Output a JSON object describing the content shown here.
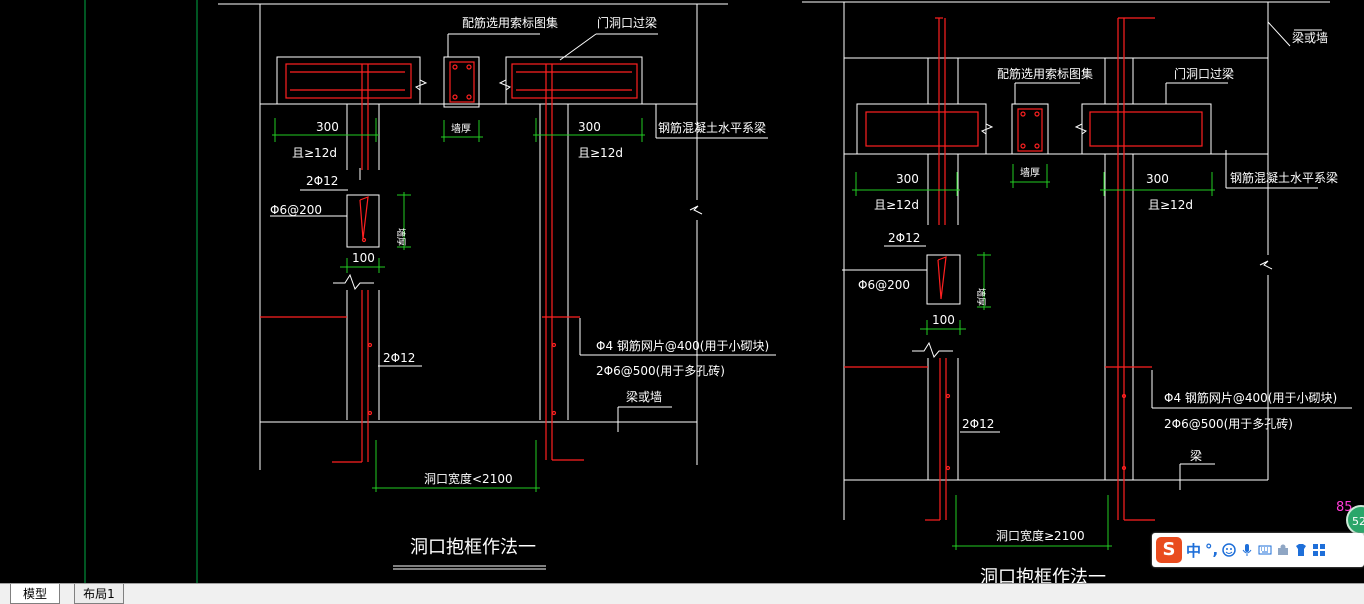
{
  "colors": {
    "background": "#000000",
    "line_white": "#ffffff",
    "line_red": "#ff2020",
    "dim_green": "#22cc22",
    "guide_green": "#00aa44",
    "magenta": "#ff3bd6"
  },
  "left_detail": {
    "callout_rebar": "配筋选用索标图集",
    "callout_lintel": "门洞口过梁",
    "dim_left": "300",
    "dim_right": "300",
    "anchor_left": "且≥12d",
    "anchor_right": "且≥12d",
    "wall_thick": "墙厚",
    "concrete_beam": "钢筋混凝土水平系梁",
    "bar_2phi12_top": "2Φ12",
    "stirrup": "Φ6@200",
    "wall_thick_small": "墙厚",
    "dim_100": "100",
    "bar_2phi12_mid": "2Φ12",
    "mesh_line1": "Φ4 钢筋网片@400(用于小砌块)",
    "mesh_line2": "2Φ6@500(用于多孔砖)",
    "beam_or_wall": "梁或墙",
    "opening_width": "洞口宽度<2100",
    "title": "洞口抱框作法一"
  },
  "right_detail": {
    "beam_or_wall_top": "梁或墙",
    "callout_rebar": "配筋选用索标图集",
    "callout_lintel": "门洞口过梁",
    "dim_left": "300",
    "dim_right": "300",
    "anchor_left": "且≥12d",
    "anchor_right": "且≥12d",
    "wall_thick": "墙厚",
    "concrete_beam": "钢筋混凝土水平系梁",
    "bar_2phi12_top": "2Φ12",
    "stirrup": "Φ6@200",
    "wall_thick_small": "墙厚",
    "dim_100": "100",
    "bar_2phi12_mid": "2Φ12",
    "mesh_line1": "Φ4 钢筋网片@400(用于小砌块)",
    "mesh_line2": "2Φ6@500(用于多孔砖)",
    "beam": "梁",
    "opening_width": "洞口宽度≥2100",
    "title_partial": "洞口抱框作法一"
  },
  "tabs": {
    "model": "模型",
    "layout1": "布局1"
  },
  "ime": {
    "logo": "S",
    "mode": "中",
    "punct": "°,",
    "icons": [
      "emoji-icon",
      "mic-icon",
      "keyboard-icon",
      "tools-icon",
      "skin-icon",
      "grid-icon"
    ]
  },
  "badge": {
    "value": "52",
    "pink": "85"
  }
}
